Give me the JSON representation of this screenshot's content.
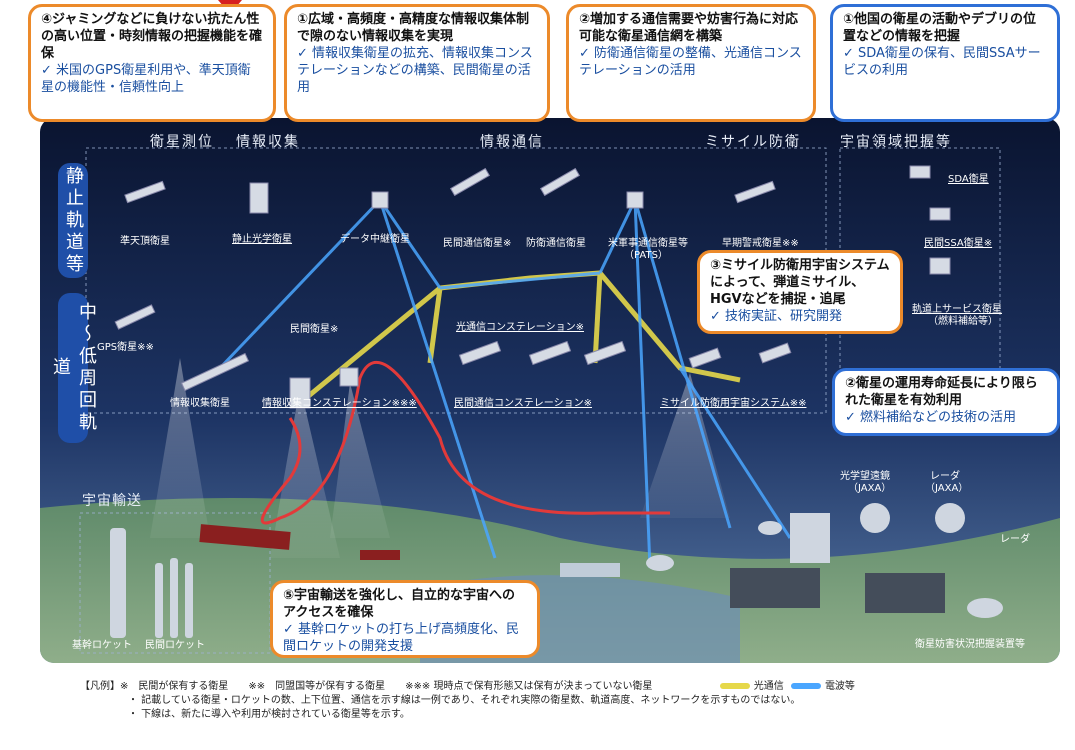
{
  "callouts": {
    "c4": {
      "head": "④ジャミングなどに負けない抗たん性の高い位置・時刻情報の把握機能を確保",
      "body": "✓ 米国のGPS衛星利用や、準天頂衛星の機能性・信頼性向上"
    },
    "c1a": {
      "head": "①広域・高頻度・高精度な情報収集体制で隙のない情報収集を実現",
      "body": "✓ 情報収集衛星の拡充、情報収集コンステレーションなどの構築、民間衛星の活用"
    },
    "c2": {
      "head": "②増加する通信需要や妨害行為に対応可能な衛星通信網を構築",
      "body": "✓ 防衛通信衛星の整備、光通信コンステレーションの活用"
    },
    "c1b": {
      "head": "①他国の衛星の活動やデブリの位置などの情報を把握",
      "body": "✓ SDA衛星の保有、民間SSAサービスの利用"
    },
    "c3": {
      "head": "③ミサイル防衛用宇宙システムによって、弾道ミサイル、HGVなどを捕捉・追尾",
      "body": "✓ 技術実証、研究開発"
    },
    "c2b": {
      "head": "②衛星の運用寿命延長により限られた衛星を有効利用",
      "body": "✓ 燃料補給などの技術の活用"
    },
    "c5": {
      "head": "⑤宇宙輸送を強化し、自立的な宇宙へのアクセスを確保",
      "body": "✓ 基幹ロケットの打ち上げ高頻度化、民間ロケットの開発支援"
    }
  },
  "categories": [
    "衛星測位",
    "情報収集",
    "情報通信",
    "ミサイル防衛",
    "宇宙領域把握等"
  ],
  "orbits": {
    "geo": "静止軌道等",
    "leo": "中～低周回軌道"
  },
  "transport": "宇宙輸送",
  "labels": {
    "qzss": "準天頂衛星",
    "geo_optical": "静止光学衛星",
    "data_relay": "データ中継衛星",
    "civil_comm": "民間通信衛星※",
    "defense_comm": "防衛通信衛星",
    "us_hosted": "米軍事通信衛星等",
    "pats": "（PATS）",
    "early_warning": "早期警戒衛星※※",
    "sda_sat": "SDA衛星",
    "civil_ssa": "民間SSA衛星※",
    "gps": "GPS衛星※※",
    "civil_sat": "民間衛星※",
    "optical_constellation": "光通信コンステレーション※",
    "on_orbit_service": "軌道上サービス衛星",
    "refuel": "（燃料補給等）",
    "igs": "情報収集衛星",
    "intel_constellation": "情報収集コンステレーション※※※",
    "civil_comm_constellation": "民間通信コンステレーション※",
    "md_system": "ミサイル防衛用宇宙システム※※",
    "optical_telescope": "光学望遠鏡",
    "optical_telescope_org": "（JAXA）",
    "radar_jaxa": "レーダ",
    "radar_jaxa_org": "（JAXA）",
    "radar": "レーダ",
    "h_rocket": "基幹ロケット",
    "civil_rocket": "民間ロケット",
    "ssa_device": "衛星妨害状況把握装置等"
  },
  "legend": {
    "line1": "【凡例】※　民間が保有する衛星　　※※　同盟国等が保有する衛星　　※※※ 現時点で保有形態又は保有が決まっていない衛星",
    "optical": "光通信",
    "radio": "電波等",
    "line2": "・ 記載している衛星・ロケットの数、上下位置、通信を示す線は一例であり、それぞれ実際の衛星数、軌道高度、ネットワークを示すものではない。",
    "line3": "・ 下線は、新たに導入や利用が検討されている衛星等を示す。"
  },
  "colors": {
    "optical_line": "#e6d84a",
    "radio_line": "#4aa6ff",
    "orange": "#ec8a2a",
    "blue": "#2f6fd6"
  }
}
